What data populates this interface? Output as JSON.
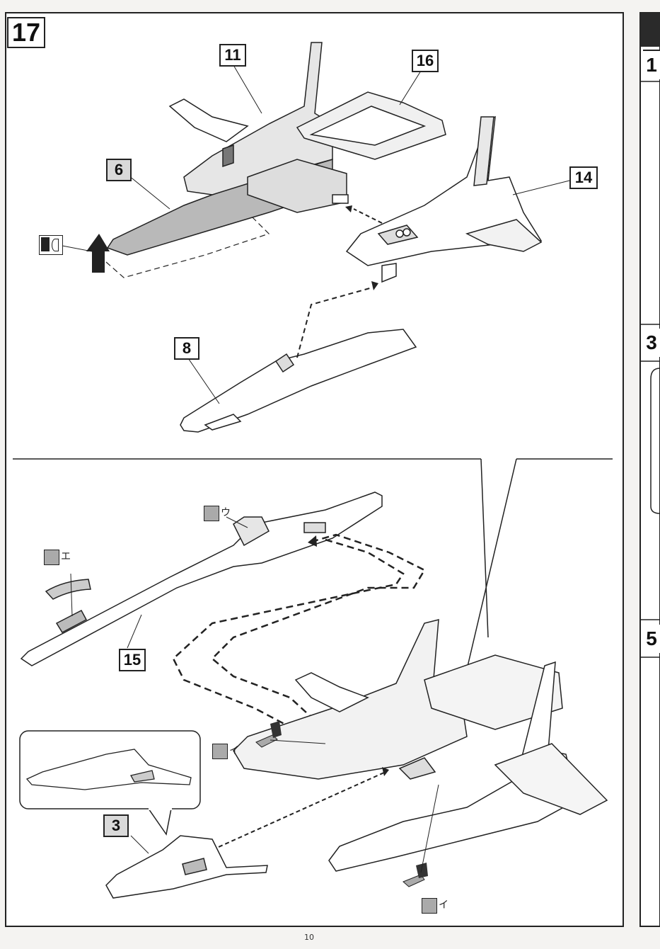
{
  "step": {
    "number": "17"
  },
  "callouts": {
    "c11": "11",
    "c16": "16",
    "c6": "6",
    "c14": "14",
    "c8": "8",
    "c15": "15",
    "c3": "3"
  },
  "sticker_marks": {
    "u": "ウ",
    "e": "エ",
    "i1": "イ",
    "i2": "イ"
  },
  "right_strip": {
    "step_a": "1",
    "step_b": "3",
    "step_c": "5"
  },
  "page": {
    "number": "10"
  }
}
